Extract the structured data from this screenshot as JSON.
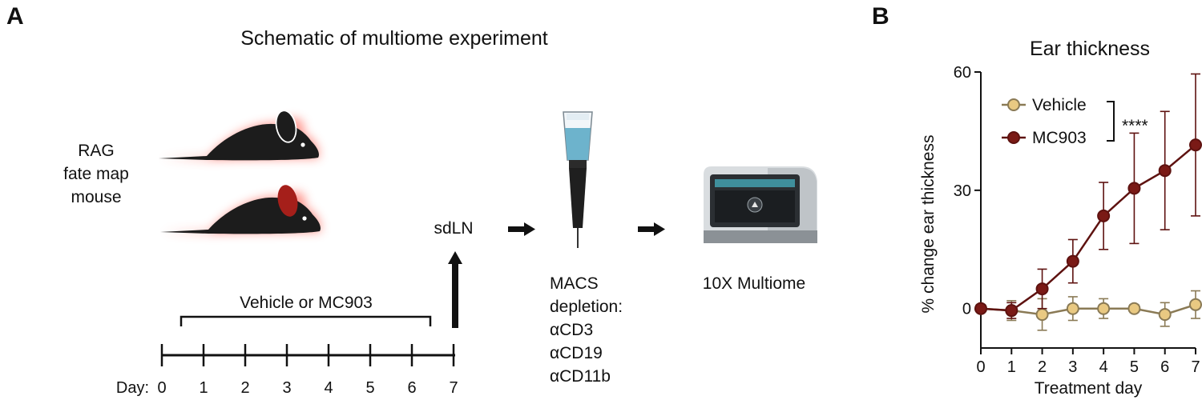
{
  "panel_a": {
    "letter": "A",
    "title": "Schematic of multiome experiment",
    "mouse_label_lines": [
      "RAG",
      "fate map",
      "mouse"
    ],
    "treatment_label": "Vehicle or MC903",
    "timeline_prefix": "Day:",
    "timeline_days": [
      "0",
      "1",
      "2",
      "3",
      "4",
      "5",
      "6",
      "7"
    ],
    "tissue_label": "sdLN",
    "macs_lines": [
      "MACS",
      "depletion:",
      "αCD3",
      "αCD19",
      "αCD11b"
    ],
    "instrument_label": "10X Multiome",
    "icons": [
      "mouse-icon",
      "mouse-icon",
      "syringe-column-icon",
      "sequencer-instrument-icon",
      "arrow-right-icon",
      "arrow-up-icon"
    ]
  },
  "panel_b": {
    "letter": "B"
  },
  "chart_data": {
    "type": "line",
    "title": "Ear thickness",
    "xlabel": "Treatment day",
    "ylabel": "% change ear thickness",
    "x": [
      0,
      1,
      2,
      3,
      4,
      5,
      6,
      7
    ],
    "xlim": [
      0,
      7
    ],
    "ylim": [
      -10,
      60
    ],
    "xticks": [
      "0",
      "1",
      "2",
      "3",
      "4",
      "5",
      "6",
      "7"
    ],
    "yticks": [
      "0",
      "30",
      "60"
    ],
    "ytick_values": [
      0,
      30,
      60
    ],
    "grid": false,
    "legend": "top-left",
    "significance": "****",
    "series": [
      {
        "name": "Vehicle",
        "color": "#E9C982",
        "edge_color": "#8A7A55",
        "values": [
          0,
          -0.5,
          -1.5,
          0,
          0,
          0,
          -1.5,
          1
        ],
        "error": [
          0.5,
          2.5,
          4,
          3,
          2.5,
          1,
          3,
          3.5
        ]
      },
      {
        "name": "MC903",
        "color": "#7A1A16",
        "edge_color": "#5E1210",
        "values": [
          0,
          -0.5,
          5,
          12,
          23.5,
          30.5,
          35,
          41.5
        ],
        "error": [
          0.5,
          2,
          5,
          5.5,
          8.5,
          14,
          15,
          18
        ]
      }
    ]
  }
}
